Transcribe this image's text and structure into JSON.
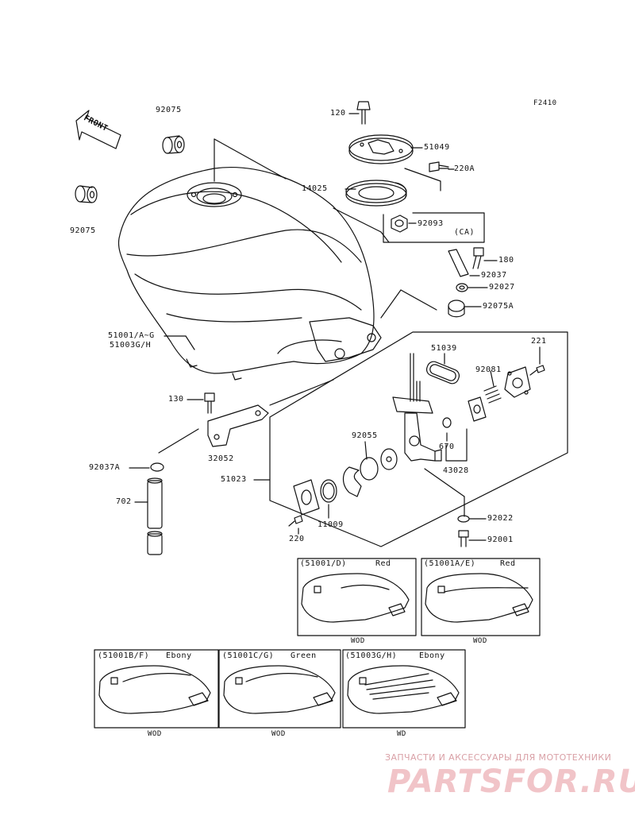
{
  "figure_code": "F2410",
  "front_label": "FRONT",
  "part_labels": {
    "p92075_top": "92075",
    "p92075_left": "92075",
    "p120": "120",
    "p51049": "51049",
    "p220A": "220A",
    "p14025": "14025",
    "p92093": "92093",
    "ca": "(CA)",
    "p180": "180",
    "p92037": "92037",
    "p92027": "92027",
    "p92075A": "92075A",
    "tank_a": "51001/A~G",
    "tank_b": "51003G/H",
    "p221": "221",
    "p51039": "51039",
    "p92081": "92081",
    "p130": "130",
    "p32052": "32052",
    "p92055": "92055",
    "p670": "670",
    "p43028": "43028",
    "p92037A": "92037A",
    "p51023": "51023",
    "p702": "702",
    "p11009": "11009",
    "p220": "220",
    "p92022": "92022",
    "p92001": "92001"
  },
  "variants": [
    {
      "code": "(51001/D)",
      "color": "Red",
      "note": "WOD"
    },
    {
      "code": "(51001A/E)",
      "color": "Red",
      "note": "WOD"
    },
    {
      "code": "(51001B/F)",
      "color": "Ebony",
      "note": "WOD"
    },
    {
      "code": "(51001C/G)",
      "color": "Green",
      "note": "WOD"
    },
    {
      "code": "(51003G/H)",
      "color": "Ebony",
      "note": "WD"
    }
  ],
  "watermark": {
    "tagline": "ЗАПЧАСТИ И АКСЕССУАРЫ ДЛЯ МОТОТЕХНИКИ",
    "logo": "PARTSFOR.RU"
  },
  "colors": {
    "line": "#111111",
    "watermark": "#e8a7ad"
  }
}
